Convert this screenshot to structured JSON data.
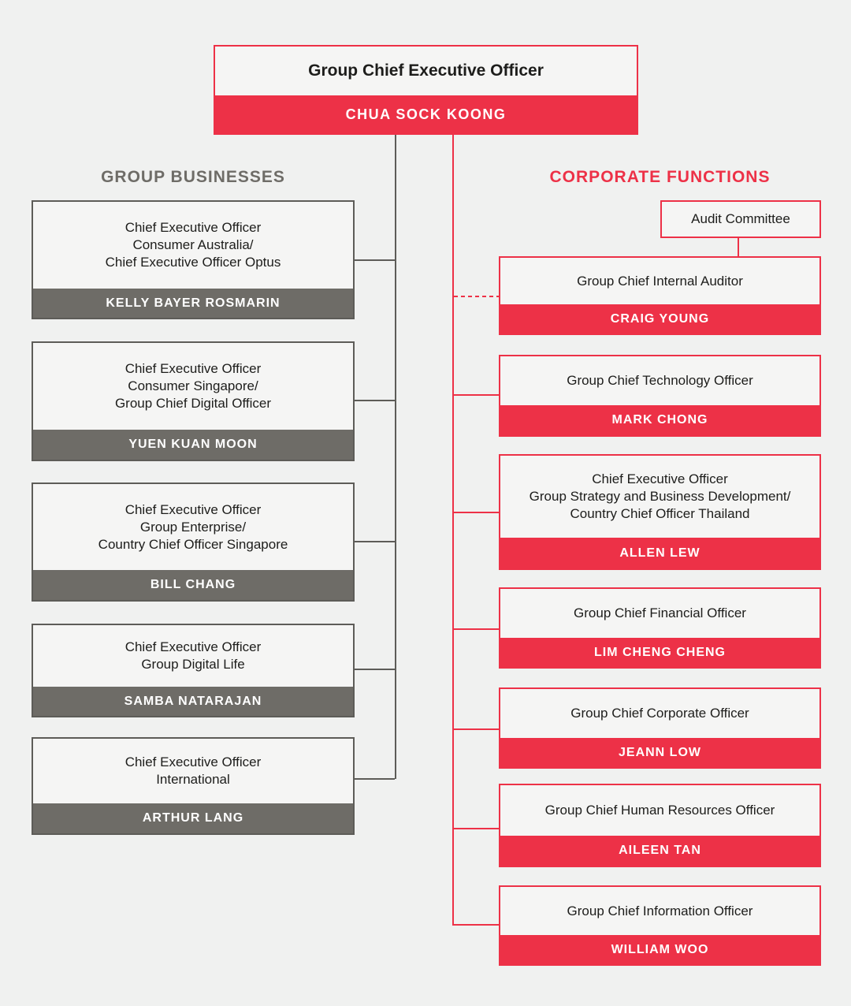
{
  "colors": {
    "red": "#ed3147",
    "gray": "#6e6c67",
    "line_gray": "#5d5c58",
    "bg": "#f0f1f0",
    "box_bg": "#f5f5f4",
    "text": "#1d1d1b"
  },
  "ceo": {
    "title": "Group Chief Executive Officer",
    "name": "CHUA SOCK KOONG"
  },
  "left": {
    "header": "GROUP BUSINESSES",
    "boxes": [
      {
        "title": "Chief Executive Officer\nConsumer Australia/\nChief Executive Officer Optus",
        "name": "KELLY BAYER ROSMARIN"
      },
      {
        "title": "Chief Executive Officer\nConsumer Singapore/\nGroup Chief Digital Officer",
        "name": "YUEN KUAN MOON"
      },
      {
        "title": "Chief Executive Officer\nGroup Enterprise/\nCountry Chief Officer Singapore",
        "name": "BILL CHANG"
      },
      {
        "title": "Chief Executive Officer\nGroup Digital Life",
        "name": "SAMBA NATARAJAN"
      },
      {
        "title": "Chief Executive Officer\nInternational",
        "name": "ARTHUR LANG"
      }
    ]
  },
  "right": {
    "header": "CORPORATE FUNCTIONS",
    "audit_committee": {
      "label": "Audit Committee"
    },
    "boxes": [
      {
        "title": "Group Chief Internal Auditor",
        "name": "CRAIG YOUNG"
      },
      {
        "title": "Group Chief Technology Officer",
        "name": "MARK CHONG"
      },
      {
        "title": "Chief Executive Officer\nGroup Strategy and Business Development/\nCountry Chief Officer Thailand",
        "name": "ALLEN LEW"
      },
      {
        "title": "Group Chief Financial Officer",
        "name": "LIM CHENG CHENG"
      },
      {
        "title": "Group Chief Corporate Officer",
        "name": "JEANN LOW"
      },
      {
        "title": "Group Chief Human Resources Officer",
        "name": "AILEEN TAN"
      },
      {
        "title": "Group Chief Information Officer",
        "name": "WILLIAM WOO"
      }
    ]
  }
}
